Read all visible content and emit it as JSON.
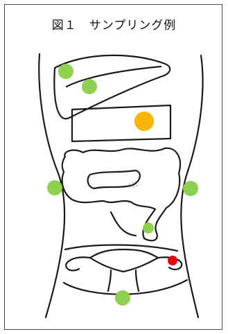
{
  "figure": {
    "title": "図１　サンプリング例"
  },
  "colors": {
    "outline": "#1a1a1a",
    "marker_green": "#8fd14f",
    "marker_orange": "#f7b500",
    "marker_red": "#e5000a"
  },
  "markers": [
    {
      "name": "marker-liver-upper",
      "color": "marker_green"
    },
    {
      "name": "marker-liver-lower",
      "color": "marker_green"
    },
    {
      "name": "marker-stomach",
      "color": "marker_orange"
    },
    {
      "name": "marker-right-side",
      "color": "marker_green"
    },
    {
      "name": "marker-left-side",
      "color": "marker_green"
    },
    {
      "name": "marker-sigmoid",
      "color": "marker_green"
    },
    {
      "name": "marker-ovary-left",
      "color": "marker_red"
    },
    {
      "name": "marker-pelvis-bottom",
      "color": "marker_green"
    }
  ]
}
